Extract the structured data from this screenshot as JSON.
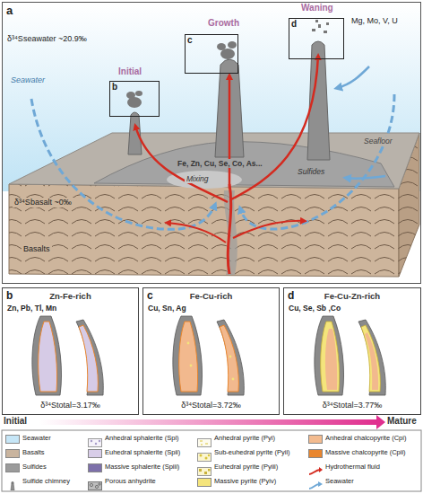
{
  "diagram": {
    "nodes": [
      {
        "text": [
          "a"
        ]
      },
      {
        "text": [
          "b"
        ],
        "in": 0
      },
      {
        "text": [
          "c"
        ],
        "in": 0
      },
      {
        "text": [
          "d"
        ],
        "in": 0
      },
      {
        "text": [
          "b",
          "Zn-Fe-rich",
          "Zn, Pb, Tl, Mn",
          "δ³⁴Stotal=3.17‰"
        ]
      },
      {
        "text": [
          "c",
          "Fe-Cu-rich",
          "Cu, Sn, Ag",
          "δ³⁴Stotal=3.72‰"
        ]
      },
      {
        "text": [
          "d",
          "Fe-Cu-Zn-rich",
          "Cu, Se, Sb ,Co",
          "δ³⁴Stotal=3.77‰"
        ]
      }
    ],
    "labels": [
      "Initial",
      "Growth",
      "Waning",
      "δ³⁴Sseawater ~20.9‰",
      "Seawater",
      "Fe, Zn, Cu, Se, Co, As...",
      "Mixing",
      "Sulfides",
      "Seafloor",
      "Mg, Mo, V, U",
      "δ³⁴Sbasalt ~0‰",
      "Basalts",
      "Initial",
      "Mature"
    ],
    "legend": [
      {
        "text": "Seawater",
        "color": "#c6e6f7"
      },
      {
        "text": "Anhedral sphalerite (Spi)"
      },
      {
        "text": "Anhedral pyrite (Pyi)"
      },
      {
        "text": "Anhedral chalcopyrite (Cpi)",
        "color": "#f3bb8f"
      },
      {
        "text": "Basalts",
        "color": "#c9b49e"
      },
      {
        "text": "Euhedral sphalerite (Spii)",
        "color": "#d8cde8"
      },
      {
        "text": "Sub-euhedral pyrite (Pyii)"
      },
      {
        "text": "Massive chalcopyrite (Cpii)",
        "color": "#e9862e"
      },
      {
        "text": "Sulfides",
        "color": "#9b9b9b"
      },
      {
        "text": "Massive sphalerite (Spiii)",
        "color": "#7d70aa"
      },
      {
        "text": "Euhedral pyrite (Pyiii)"
      },
      {
        "text": "Hydrothermal fluid"
      },
      {
        "text": "Sulfide chimney"
      },
      {
        "text": "Porous anhydrite"
      },
      {
        "text": "Massive pyrite (Pyiv)",
        "color": "#f4e47c"
      },
      {
        "text": "Seawater"
      }
    ]
  }
}
